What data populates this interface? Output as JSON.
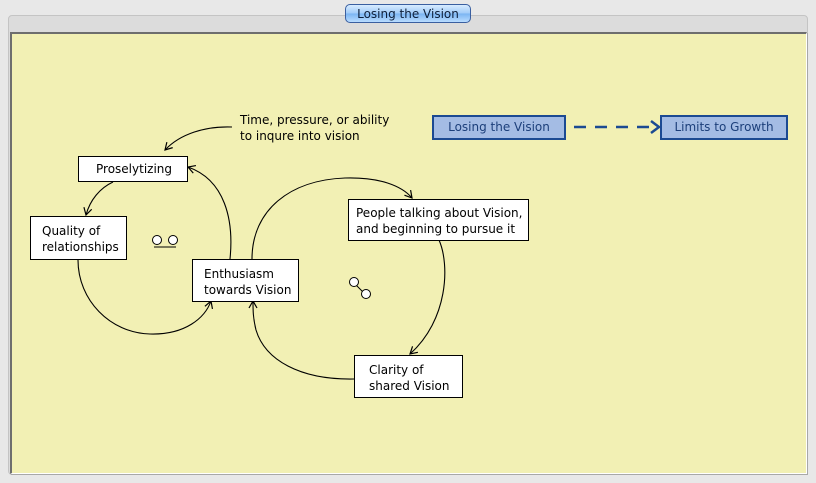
{
  "window": {
    "title_tab": "Losing the Vision"
  },
  "diagram": {
    "nodes": {
      "proselytizing": "Proselytizing",
      "quality": "Quality of\nrelationships",
      "enthusiasm": "Enthusiasm\ntowards Vision",
      "people": "People talking about Vision,\nand beginning to pursue it",
      "clarity": "Clarity of\nshared Vision"
    },
    "annotation": "Time, pressure, or ability\nto inqure into vision",
    "loop_icons": {
      "left": "balancing-loop-icon",
      "right": "reinforcing-loop-icon"
    },
    "archetype_links": {
      "from": "Losing the Vision",
      "to": "Limits to Growth",
      "relation": "dashed-arrow"
    },
    "colors": {
      "canvas": "#f2f0b4",
      "link_fill": "#a4bce4",
      "link_border": "#1c4a92"
    }
  }
}
